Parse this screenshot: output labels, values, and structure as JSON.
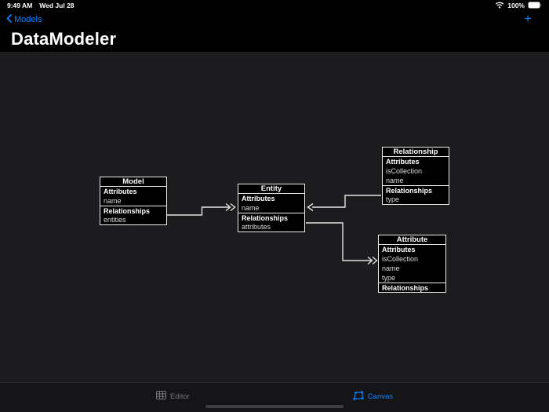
{
  "status_bar": {
    "time": "9:49 AM",
    "date": "Wed Jul 28",
    "battery_percent": "100%"
  },
  "nav_bar": {
    "back_label": "Models",
    "add_button": "+"
  },
  "header": {
    "title": "DataModeler"
  },
  "canvas": {
    "nodes": [
      {
        "title": "Model",
        "rows": [
          {
            "label": "Attributes"
          },
          {
            "label": "name"
          },
          {
            "label": "Relationships"
          },
          {
            "label": "entities"
          }
        ]
      },
      {
        "title": "Entity",
        "rows": [
          {
            "label": "Attributes"
          },
          {
            "label": "name"
          },
          {
            "label": "Relationships"
          },
          {
            "label": "attributes"
          }
        ]
      },
      {
        "title": "Relationship",
        "rows": [
          {
            "label": "Attributes"
          },
          {
            "label": "isCollection"
          },
          {
            "label": "name"
          },
          {
            "label": "Relationships"
          },
          {
            "label": "type"
          }
        ]
      },
      {
        "title": "Attribute",
        "rows": [
          {
            "label": "Attributes"
          },
          {
            "label": "isCollection"
          },
          {
            "label": "name"
          },
          {
            "label": "type"
          },
          {
            "label": "Relationships"
          }
        ]
      }
    ]
  },
  "tab_bar": {
    "tabs": [
      {
        "label": "Editor"
      },
      {
        "label": "Canvas"
      }
    ]
  },
  "colors": {
    "accent": "#0a84ff",
    "canvas_bg": "#1c1c1e",
    "connector": "#e3e3e3",
    "inactive_tab": "#757579"
  }
}
